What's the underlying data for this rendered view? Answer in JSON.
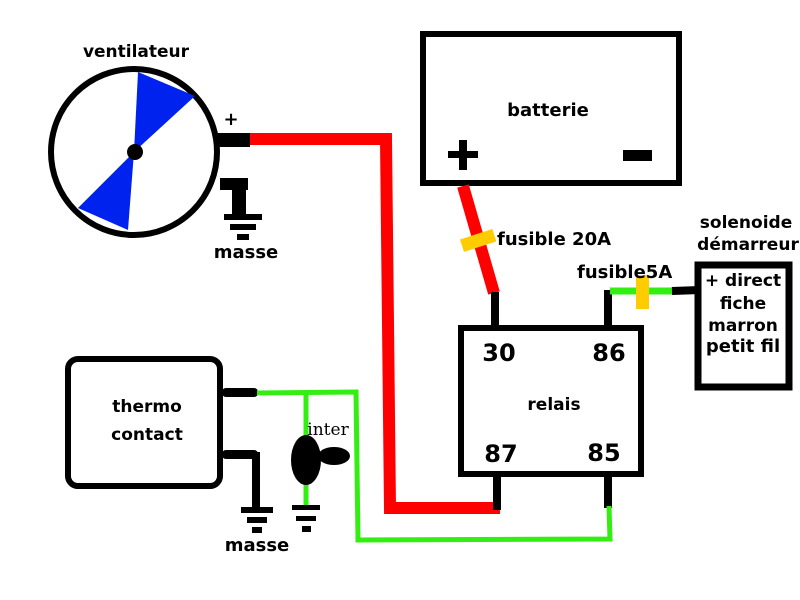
{
  "colors": {
    "wire_positive": "#ff0000",
    "wire_signal": "#33ee11",
    "fuse": "#ffcc00",
    "fan_blade": "#0022ee",
    "outline": "#000000"
  },
  "fan": {
    "label": "ventilateur",
    "plus_label": "+",
    "ground_label": "masse"
  },
  "battery": {
    "label": "batterie",
    "plus_label": "+",
    "minus_label": "−"
  },
  "fuse_main": {
    "label": "fusible 20A"
  },
  "fuse_small": {
    "label": "fusible5A"
  },
  "solenoid": {
    "title_line1": "solenoide",
    "title_line2": "démarreur",
    "lines": [
      "+ direct",
      "fiche",
      "marron",
      "petit fil"
    ]
  },
  "relay": {
    "label": "relais",
    "pins": {
      "p30": "30",
      "p86": "86",
      "p87": "87",
      "p85": "85"
    }
  },
  "thermo": {
    "line1": "thermo",
    "line2": "contact",
    "ground_label": "masse"
  },
  "switch": {
    "label": "inter"
  }
}
